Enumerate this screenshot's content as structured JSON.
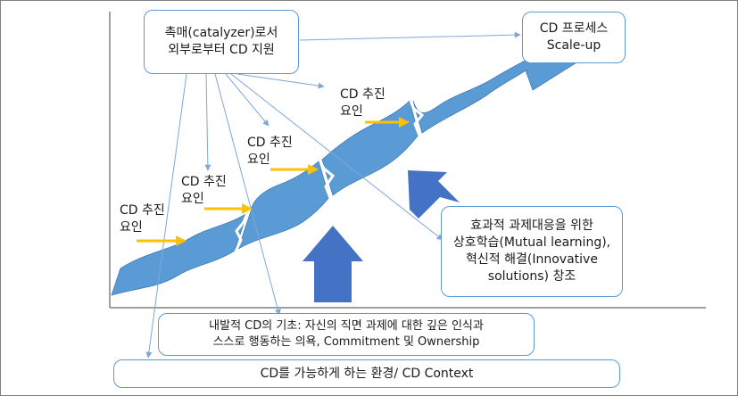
{
  "catalyzer_box": {
    "line1": "촉매(catalyzer)로서",
    "line2": "외부로부터 CD 지원"
  },
  "scaleup_box": {
    "line1": "CD 프로세스",
    "line2": "Scale-up"
  },
  "driver_labels": [
    {
      "line1": "CD 추진",
      "line2": "요인"
    },
    {
      "line1": "CD 추진",
      "line2": "요인"
    },
    {
      "line1": "CD 추진",
      "line2": "요인"
    },
    {
      "line1": "CD 추진",
      "line2": "요인"
    }
  ],
  "mutual_box": {
    "line1": "효과적 과제대응을 위한",
    "line2": "상호학습(Mutual learning),",
    "line3": "혁신적 해결(Innovative",
    "line4": "solutions) 창조"
  },
  "basis_box": {
    "line1": "내발적 CD의 기초: 자신의 직면 과제에 대한 깊은 인식과",
    "line2": "스스로 행동하는 의욕, Commitment 및 Ownership"
  },
  "context_box": {
    "text": "CD를 가능하게 하는 환경/ CD Context"
  },
  "colors": {
    "ribbon": "#5b9bd5",
    "box_border": "#5b9bd5",
    "driver_arrow": "#ffc000",
    "big_arrow": "#4472c4",
    "axis": "#808080"
  }
}
